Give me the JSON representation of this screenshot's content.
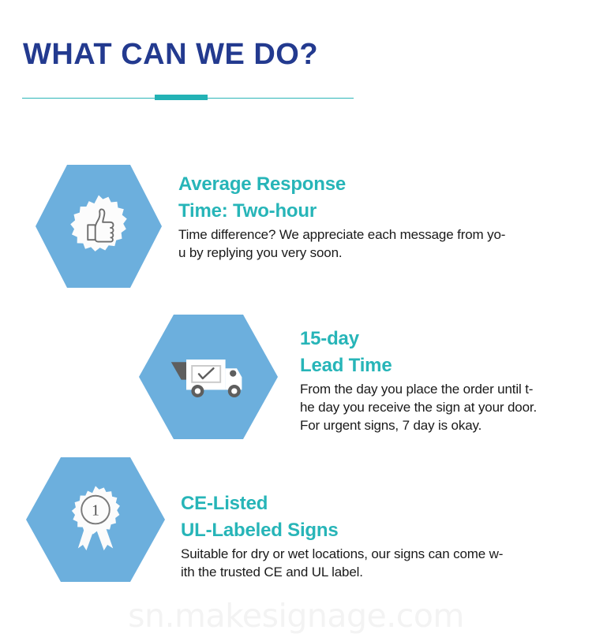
{
  "header": {
    "title": "WHAT CAN WE DO?",
    "title_color": "#233a8f",
    "divider_color": "#2cb5b8",
    "accent_color": "#23b2b5"
  },
  "theme": {
    "hex_fill": "#6cafdd",
    "heading_color": "#27b5b8",
    "body_color": "#1a1a1a",
    "background": "#ffffff"
  },
  "features": [
    {
      "icon": "thumbs-up-badge-icon",
      "heading_line1": "Average Response",
      "heading_line2": "Time: Two-hour",
      "body": "Time difference? We appreciate each message from yo-\nu by replying you very soon."
    },
    {
      "icon": "delivery-truck-icon",
      "heading_line1": "15-day",
      "heading_line2": "Lead Time",
      "body": "From the day you place the order until t-\nhe day you receive the sign at your door.\nFor urgent signs, 7 day is okay."
    },
    {
      "icon": "award-ribbon-icon",
      "heading_line1": "CE-Listed",
      "heading_line2": "UL-Labeled Signs",
      "body": "Suitable for dry or wet locations, our signs can come w-\nith the trusted CE and UL label."
    }
  ],
  "watermark": {
    "text": "sn.makesignage.com"
  }
}
